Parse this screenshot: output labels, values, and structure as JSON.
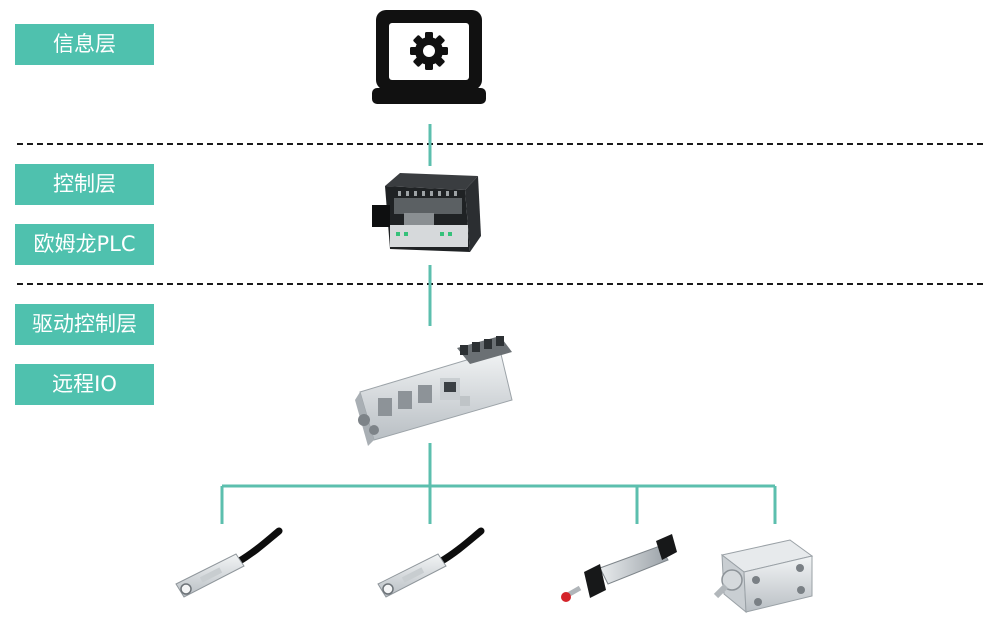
{
  "colors": {
    "accent": "#4fc1ae",
    "connector": "#5cbfae",
    "divider": "#1a1a1a",
    "icon": "#111111"
  },
  "layers": [
    {
      "id": "info",
      "label": "信息层"
    },
    {
      "id": "control",
      "label": "控制层"
    },
    {
      "id": "plc",
      "label": "欧姆龙PLC"
    },
    {
      "id": "drive",
      "label": "驱动控制层"
    },
    {
      "id": "remote-io",
      "label": "远程IO"
    }
  ],
  "icons": {
    "computer": "laptop-gear-icon",
    "plc": "plc-device-icon",
    "remote_io": "remote-io-module-icon",
    "sensor": "magnetic-sensor-icon",
    "cylinder": "pneumatic-cylinder-icon",
    "compact_cylinder": "compact-cylinder-icon"
  }
}
